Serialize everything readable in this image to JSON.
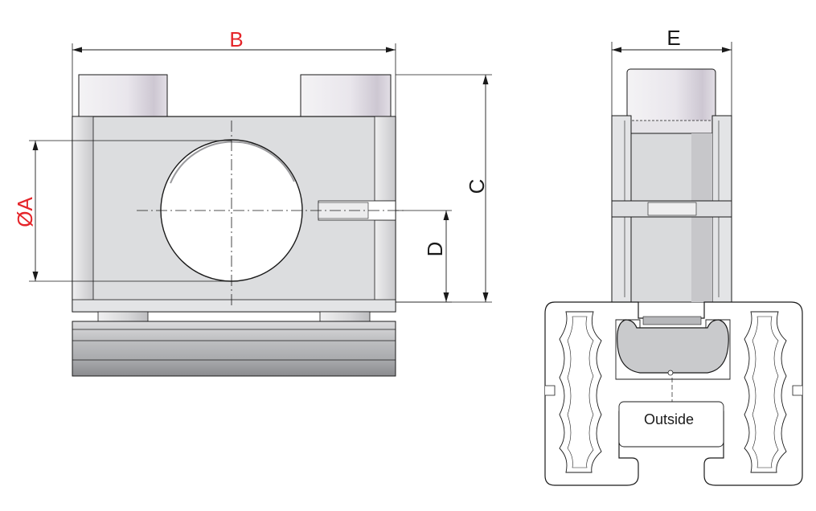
{
  "labels": {
    "dim_a": "ØA",
    "dim_b": "B",
    "dim_c": "C",
    "dim_d": "D",
    "dim_e": "E",
    "profile_note": "Outside"
  },
  "colors": {
    "highlight": "#e5252a",
    "line": "#1a1a1a",
    "body": "#d9dadb",
    "body_dark": "#b9babc",
    "cap": "#e7e4ea",
    "rail_light": "#c9cacc",
    "rail_dark": "#8a8b8e"
  }
}
